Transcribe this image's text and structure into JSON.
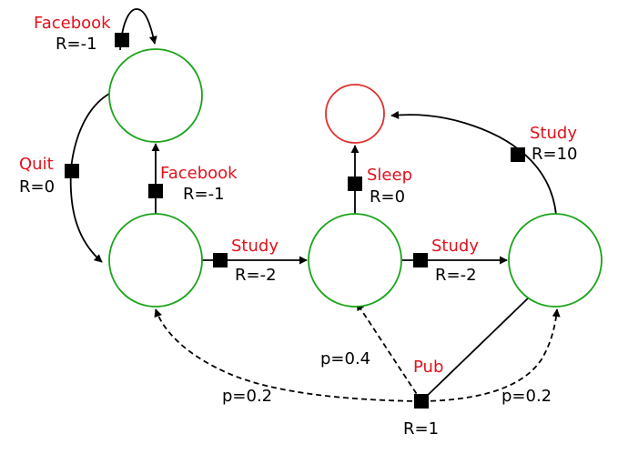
{
  "colors": {
    "state": "#1aa31a",
    "terminal": "#e03030",
    "action_label": "#e3111b",
    "edge": "#000000"
  },
  "actions": {
    "facebook_loop": {
      "name": "Facebook",
      "reward": "R=-1"
    },
    "quit": {
      "name": "Quit",
      "reward": "R=0"
    },
    "facebook": {
      "name": "Facebook",
      "reward": "R=-1"
    },
    "study1": {
      "name": "Study",
      "reward": "R=-2"
    },
    "sleep": {
      "name": "Sleep",
      "reward": "R=0"
    },
    "study2": {
      "name": "Study",
      "reward": "R=-2"
    },
    "study3": {
      "name": "Study",
      "reward": "R=10"
    },
    "pub": {
      "name": "Pub",
      "reward": "R=1"
    }
  },
  "probabilities": {
    "p_left": "p=0.2",
    "p_mid": "p=0.4",
    "p_right": "p=0.2"
  }
}
